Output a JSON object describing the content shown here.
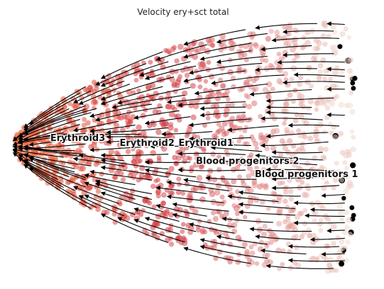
{
  "chart_data": {
    "type": "scatter",
    "subtype": "velocity-stream-embedding",
    "title": "Velocity ery+sct total",
    "xlabel": "",
    "ylabel": "",
    "axes_visible": false,
    "grid": false,
    "legend": "none",
    "flow_direction": "right-to-left",
    "color_scale": {
      "low": "#f1e2d6",
      "mid": "#d23c45",
      "high": "#ee6a3e"
    },
    "clusters": [
      {
        "label": "Erythroid3",
        "x": 0.2,
        "y": 0.54
      },
      {
        "label": "Erythroid2",
        "x": 0.4,
        "y": 0.52
      },
      {
        "label": "Erythroid1",
        "x": 0.57,
        "y": 0.52
      },
      {
        "label": "Blood progenitors 2",
        "x": 0.69,
        "y": 0.45
      },
      {
        "label": "Blood progenitors 1",
        "x": 0.86,
        "y": 0.4
      }
    ]
  }
}
